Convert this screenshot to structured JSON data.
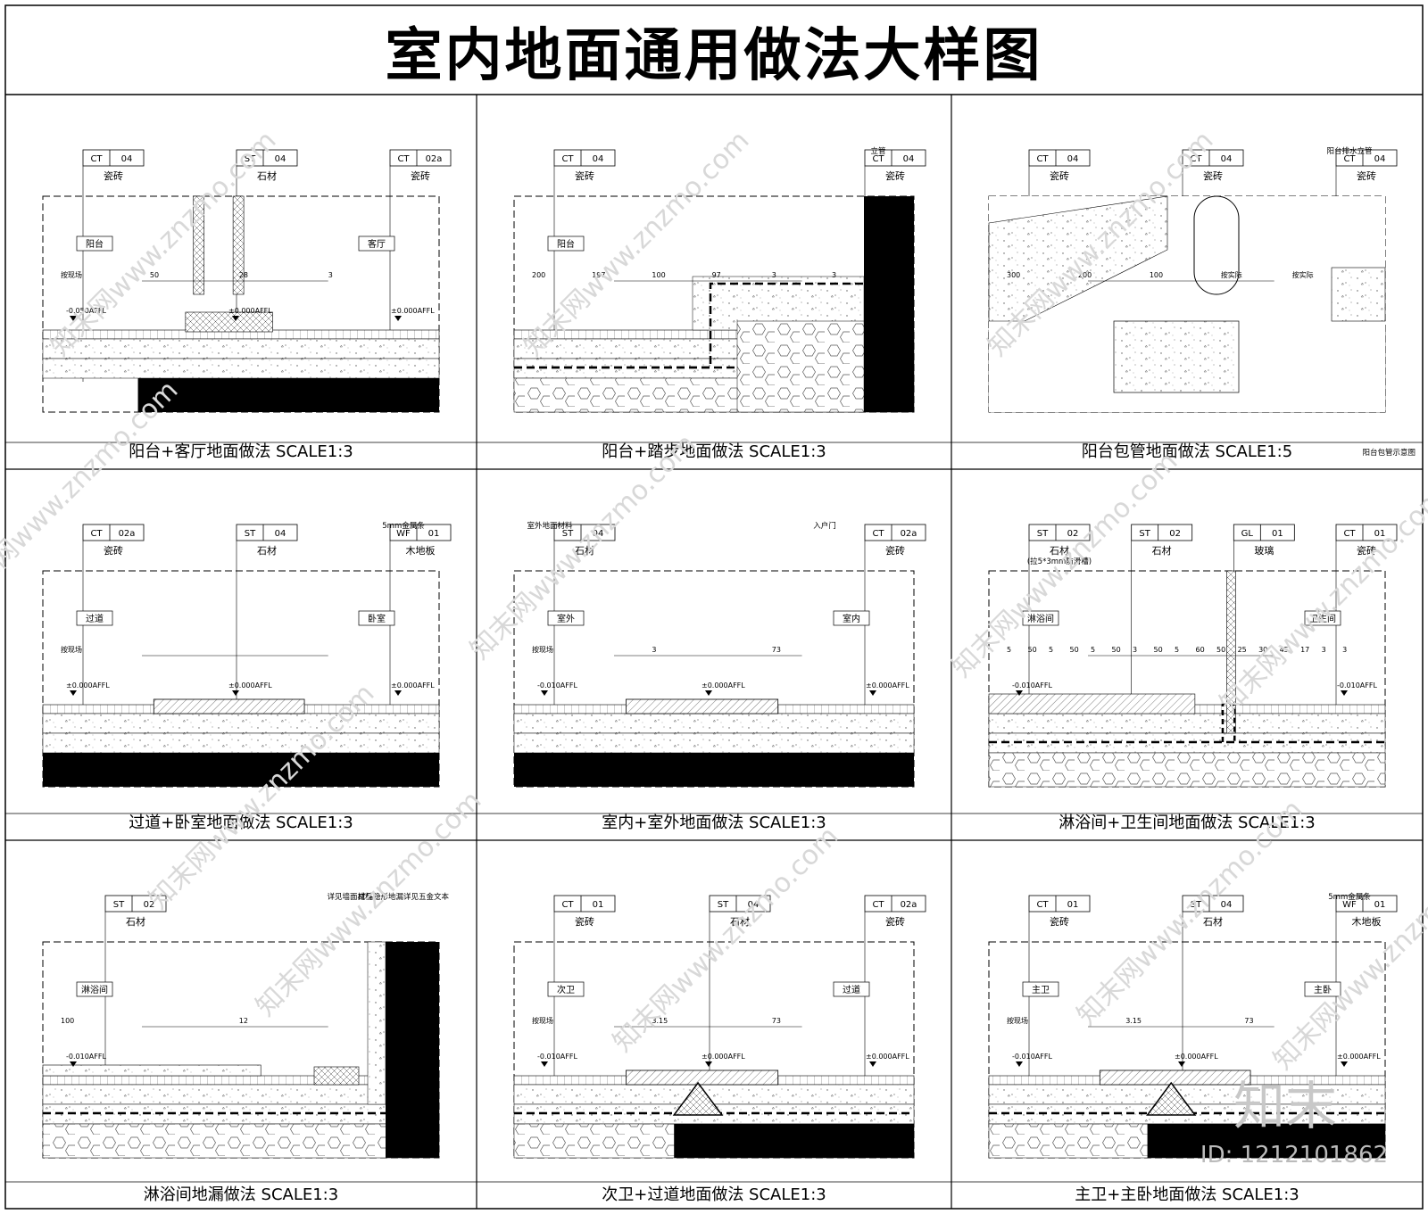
{
  "sheet": {
    "title": "室内地面通用做法大样图",
    "watermark_text": "知末网www.znzmo.com",
    "brand": "知末",
    "image_id": "ID: 1212101862"
  },
  "panels": [
    {
      "caption": "阳台+客厅地面做法 SCALE1:3",
      "tags": [
        {
          "code": "CT",
          "num": "04",
          "mat": "瓷砖"
        },
        {
          "code": "ST",
          "num": "04",
          "mat": "石材"
        },
        {
          "code": "CT",
          "num": "02a",
          "mat": "瓷砖"
        }
      ],
      "rooms": [
        "阳台",
        "客厅"
      ],
      "levels": [
        "-0.050AFFL",
        "±0.000AFFL",
        "±0.000AFFL"
      ],
      "dims": [
        "按现场",
        "50",
        "28",
        "3"
      ],
      "notes": []
    },
    {
      "caption": "阳台+踏步地面做法 SCALE1:3",
      "tags": [
        {
          "code": "CT",
          "num": "04",
          "mat": "瓷砖"
        },
        {
          "code": "CT",
          "num": "04",
          "mat": "瓷砖"
        }
      ],
      "rooms": [
        "阳台"
      ],
      "levels": [],
      "dims": [
        "200",
        "197",
        "100",
        "97",
        "3",
        "3"
      ],
      "notes": [
        "立管"
      ]
    },
    {
      "caption": "阳台包管地面做法 SCALE1:5",
      "tags": [
        {
          "code": "CT",
          "num": "04",
          "mat": "瓷砖"
        },
        {
          "code": "CT",
          "num": "04",
          "mat": "瓷砖"
        },
        {
          "code": "CT",
          "num": "04",
          "mat": "瓷砖"
        }
      ],
      "rooms": [],
      "levels": [],
      "dims": [
        "300",
        "200",
        "100",
        "按实际",
        "按实际"
      ],
      "notes": [
        "阳台排水立管",
        "阳台包管示意图"
      ]
    },
    {
      "caption": "过道+卧室地面做法 SCALE1:3",
      "tags": [
        {
          "code": "CT",
          "num": "02a",
          "mat": "瓷砖"
        },
        {
          "code": "ST",
          "num": "04",
          "mat": "石材"
        },
        {
          "code": "WF",
          "num": "01",
          "mat": "木地板"
        }
      ],
      "rooms": [
        "过道",
        "卧室"
      ],
      "levels": [
        "±0.000AFFL",
        "±0.000AFFL",
        "±0.000AFFL"
      ],
      "dims": [
        "按现场"
      ],
      "notes": [
        "5mm金属条"
      ]
    },
    {
      "caption": "室内+室外地面做法 SCALE1:3",
      "tags": [
        {
          "code": "ST",
          "num": "04",
          "mat": "石材"
        },
        {
          "code": "CT",
          "num": "02a",
          "mat": "瓷砖"
        }
      ],
      "rooms": [
        "室外",
        "室内"
      ],
      "levels": [
        "-0.010AFFL",
        "±0.000AFFL",
        "±0.000AFFL"
      ],
      "dims": [
        "按现场",
        "3",
        "73"
      ],
      "notes": [
        "室外地面材料",
        "入户门"
      ]
    },
    {
      "caption": "淋浴间+卫生间地面做法 SCALE1:3",
      "tags": [
        {
          "code": "ST",
          "num": "02",
          "mat": "石材",
          "sub": "(拉5*3mm防滑槽)"
        },
        {
          "code": "ST",
          "num": "02",
          "mat": "石材"
        },
        {
          "code": "GL",
          "num": "01",
          "mat": "玻璃"
        },
        {
          "code": "CT",
          "num": "01",
          "mat": "瓷砖"
        }
      ],
      "rooms": [
        "淋浴间",
        "卫生间"
      ],
      "levels": [
        "-0.010AFFL",
        "-0.010AFFL"
      ],
      "dims": [
        "5",
        "50",
        "5",
        "50",
        "5",
        "50",
        "3",
        "50",
        "5",
        "60",
        "50",
        "25",
        "30",
        "45",
        "17",
        "3",
        "3"
      ],
      "notes": []
    },
    {
      "caption": "淋浴间地漏做法 SCALE1:3",
      "tags": [
        {
          "code": "ST",
          "num": "02",
          "mat": "石材"
        }
      ],
      "rooms": [
        "淋浴间"
      ],
      "levels": [
        "-0.010AFFL"
      ],
      "dims": [
        "100",
        "12"
      ],
      "notes": [
        "成品隐形地漏详见五金文本",
        "详见墙面材料"
      ]
    },
    {
      "caption": "次卫+过道地面做法 SCALE1:3",
      "tags": [
        {
          "code": "CT",
          "num": "01",
          "mat": "瓷砖"
        },
        {
          "code": "ST",
          "num": "04",
          "mat": "石材"
        },
        {
          "code": "CT",
          "num": "02a",
          "mat": "瓷砖"
        }
      ],
      "rooms": [
        "次卫",
        "过道"
      ],
      "levels": [
        "-0.010AFFL",
        "±0.000AFFL",
        "±0.000AFFL"
      ],
      "dims": [
        "按现场",
        "3.15",
        "73"
      ],
      "notes": []
    },
    {
      "caption": "主卫+主卧地面做法 SCALE1:3",
      "tags": [
        {
          "code": "CT",
          "num": "01",
          "mat": "瓷砖"
        },
        {
          "code": "ST",
          "num": "04",
          "mat": "石材"
        },
        {
          "code": "WF",
          "num": "01",
          "mat": "木地板"
        }
      ],
      "rooms": [
        "主卫",
        "主卧"
      ],
      "levels": [
        "-0.010AFFL",
        "±0.000AFFL",
        "±0.000AFFL"
      ],
      "dims": [
        "按现场",
        "3.15",
        "73"
      ],
      "notes": [
        "5mm金属条"
      ]
    }
  ]
}
